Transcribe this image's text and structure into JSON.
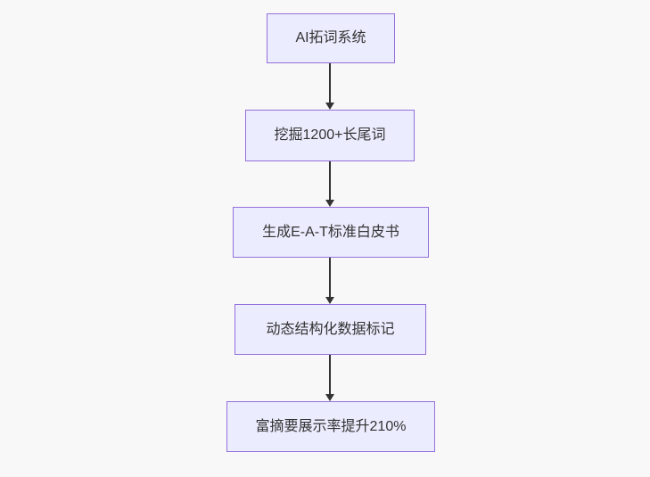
{
  "flowchart": {
    "type": "vertical-flowchart",
    "background_color": "#f8f8f8",
    "node_fill_color": "#ECECFF",
    "node_border_color": "#9370DB",
    "text_color": "#333333",
    "arrow_color": "#333333",
    "nodes": [
      {
        "id": "node-1",
        "label": "AI拓词系统"
      },
      {
        "id": "node-2",
        "label": "挖掘1200+长尾词"
      },
      {
        "id": "node-3",
        "label": "生成E-A-T标准白皮书"
      },
      {
        "id": "node-4",
        "label": "动态结构化数据标记"
      },
      {
        "id": "node-5",
        "label": "富摘要展示率提升210%"
      }
    ],
    "edges": [
      {
        "from": "node-1",
        "to": "node-2"
      },
      {
        "from": "node-2",
        "to": "node-3"
      },
      {
        "from": "node-3",
        "to": "node-4"
      },
      {
        "from": "node-4",
        "to": "node-5"
      }
    ]
  }
}
